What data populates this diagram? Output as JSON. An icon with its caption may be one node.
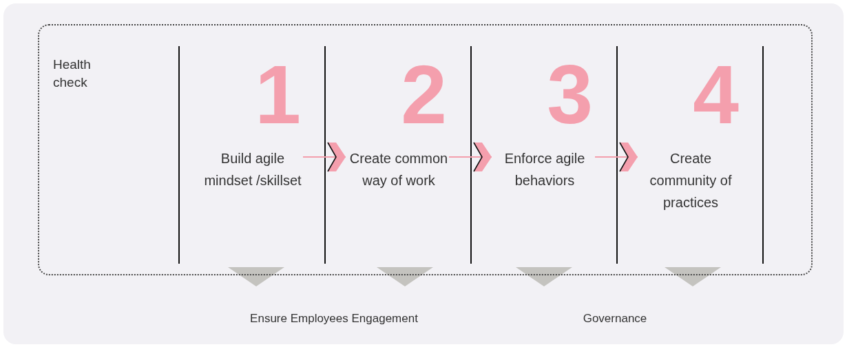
{
  "diagram": {
    "nodes": [
      {
        "text": [
          "Health check"
        ]
      },
      {
        "text": [
          "1",
          "Build agile mindset /skillset"
        ],
        "in": 0
      },
      {
        "text": [
          "2",
          "Create common way of work"
        ],
        "in": 0
      },
      {
        "text": [
          "3",
          "Enforce agile behaviors"
        ],
        "in": 0
      },
      {
        "text": [
          "4",
          "Create community of practices"
        ],
        "in": 0
      }
    ],
    "edges": [
      {
        "from": 1,
        "to": 2,
        "arrow": "to"
      },
      {
        "from": 2,
        "to": 3,
        "arrow": "to"
      },
      {
        "from": 3,
        "to": 4,
        "arrow": "to"
      }
    ],
    "labels": [
      "Ensure Employees Engagement",
      "Governance"
    ]
  }
}
